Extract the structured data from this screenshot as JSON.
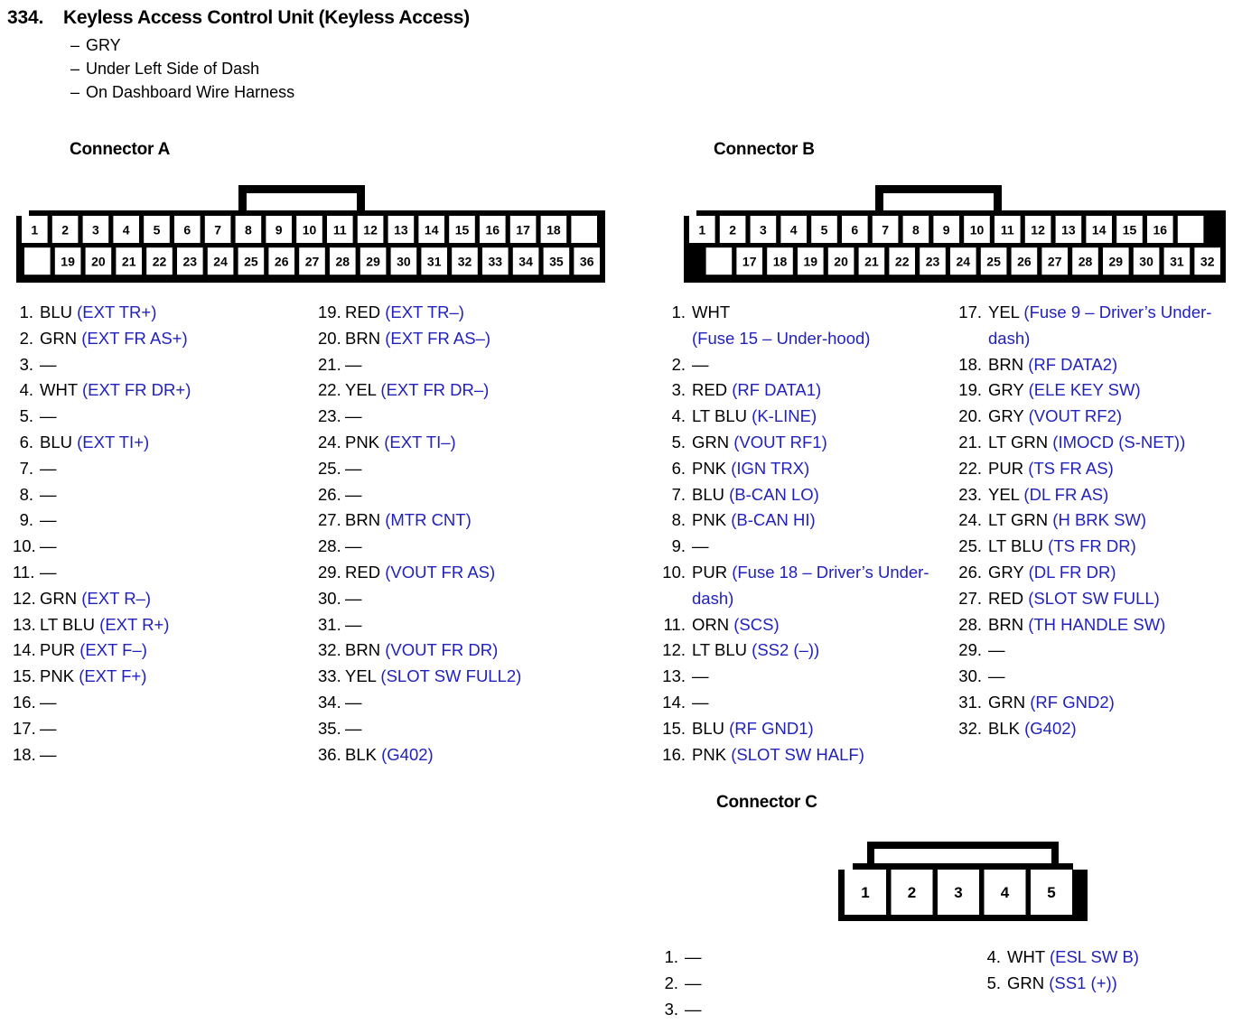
{
  "header": {
    "number": "334.",
    "title": "Keyless Access Control Unit (Keyless Access)",
    "dash": "–",
    "bullets": [
      "GRY",
      "Under Left Side of Dash",
      "On Dashboard Wire Harness"
    ]
  },
  "emdash": "—",
  "colors": {
    "signal_blue": "#2222bb",
    "text_black": "#000000",
    "background": "#ffffff"
  },
  "connectors": {
    "a": {
      "heading": "Connector A",
      "top_row": [
        "1",
        "2",
        "3",
        "4",
        "5",
        "6",
        "7",
        "8",
        "9",
        "10",
        "11",
        "12",
        "13",
        "14",
        "15",
        "16",
        "17",
        "18"
      ],
      "bottom_row": [
        "19",
        "20",
        "21",
        "22",
        "23",
        "24",
        "25",
        "26",
        "27",
        "28",
        "29",
        "30",
        "31",
        "32",
        "33",
        "34",
        "35",
        "36"
      ],
      "pins_left": [
        {
          "n": "1.",
          "color": "BLU",
          "sig": "(EXT TR+)"
        },
        {
          "n": "2.",
          "color": "GRN",
          "sig": "(EXT FR AS+)"
        },
        {
          "n": "3.",
          "color": "",
          "sig": ""
        },
        {
          "n": "4.",
          "color": "WHT",
          "sig": "(EXT FR DR+)"
        },
        {
          "n": "5.",
          "color": "",
          "sig": ""
        },
        {
          "n": "6.",
          "color": "BLU",
          "sig": "(EXT TI+)"
        },
        {
          "n": "7.",
          "color": "",
          "sig": ""
        },
        {
          "n": "8.",
          "color": "",
          "sig": ""
        },
        {
          "n": "9.",
          "color": "",
          "sig": ""
        },
        {
          "n": "10.",
          "color": "",
          "sig": ""
        },
        {
          "n": "11.",
          "color": "",
          "sig": ""
        },
        {
          "n": "12.",
          "color": "GRN",
          "sig": "(EXT R–)"
        },
        {
          "n": "13.",
          "color": "LT BLU",
          "sig": "(EXT R+)"
        },
        {
          "n": "14.",
          "color": "PUR",
          "sig": "(EXT F–)"
        },
        {
          "n": "15.",
          "color": "PNK",
          "sig": "(EXT F+)"
        },
        {
          "n": "16.",
          "color": "",
          "sig": ""
        },
        {
          "n": "17.",
          "color": "",
          "sig": ""
        },
        {
          "n": "18.",
          "color": "",
          "sig": ""
        }
      ],
      "pins_right": [
        {
          "n": "19.",
          "color": "RED",
          "sig": "(EXT TR–)"
        },
        {
          "n": "20.",
          "color": "BRN",
          "sig": "(EXT FR AS–)"
        },
        {
          "n": "21.",
          "color": "",
          "sig": ""
        },
        {
          "n": "22.",
          "color": "YEL",
          "sig": "(EXT FR DR–)"
        },
        {
          "n": "23.",
          "color": "",
          "sig": ""
        },
        {
          "n": "24.",
          "color": "PNK",
          "sig": "(EXT TI–)"
        },
        {
          "n": "25.",
          "color": "",
          "sig": ""
        },
        {
          "n": "26.",
          "color": "",
          "sig": ""
        },
        {
          "n": "27.",
          "color": "BRN",
          "sig": "(MTR CNT)"
        },
        {
          "n": "28.",
          "color": "",
          "sig": ""
        },
        {
          "n": "29.",
          "color": "RED",
          "sig": "(VOUT FR AS)"
        },
        {
          "n": "30.",
          "color": "",
          "sig": ""
        },
        {
          "n": "31.",
          "color": "",
          "sig": ""
        },
        {
          "n": "32.",
          "color": "BRN",
          "sig": "(VOUT FR DR)"
        },
        {
          "n": "33.",
          "color": "YEL",
          "sig": "(SLOT SW FULL2)"
        },
        {
          "n": "34.",
          "color": "",
          "sig": ""
        },
        {
          "n": "35.",
          "color": "",
          "sig": ""
        },
        {
          "n": "36.",
          "color": "BLK",
          "sig": "(G402)"
        }
      ]
    },
    "b": {
      "heading": "Connector B",
      "top_row": [
        "1",
        "2",
        "3",
        "4",
        "5",
        "6",
        "7",
        "8",
        "9",
        "10",
        "11",
        "12",
        "13",
        "14",
        "15",
        "16"
      ],
      "bottom_row": [
        "17",
        "18",
        "19",
        "20",
        "21",
        "22",
        "23",
        "24",
        "25",
        "26",
        "27",
        "28",
        "29",
        "30",
        "31",
        "32"
      ],
      "pins_left": [
        {
          "n": "1.",
          "color": "WHT",
          "sig": "(Fuse 15 – Under-hood)",
          "break_after_color": true
        },
        {
          "n": "2.",
          "color": "",
          "sig": ""
        },
        {
          "n": "3.",
          "color": "RED",
          "sig": "(RF DATA1)"
        },
        {
          "n": "4.",
          "color": "LT BLU",
          "sig": "(K-LINE)"
        },
        {
          "n": "5.",
          "color": "GRN",
          "sig": "(VOUT RF1)"
        },
        {
          "n": "6.",
          "color": "PNK",
          "sig": "(IGN TRX)"
        },
        {
          "n": "7.",
          "color": "BLU",
          "sig": "(B-CAN LO)"
        },
        {
          "n": "8.",
          "color": "PNK",
          "sig": "(B-CAN HI)"
        },
        {
          "n": "9.",
          "color": "",
          "sig": ""
        },
        {
          "n": "10.",
          "color": "PUR",
          "sig": "(Fuse 18 – Driver’s Under-dash)"
        },
        {
          "n": "11.",
          "color": "ORN",
          "sig": "(SCS)"
        },
        {
          "n": "12.",
          "color": "LT BLU",
          "sig": "(SS2 (–))"
        },
        {
          "n": "13.",
          "color": "",
          "sig": ""
        },
        {
          "n": "14.",
          "color": "",
          "sig": ""
        },
        {
          "n": "15.",
          "color": "BLU",
          "sig": "(RF GND1)"
        },
        {
          "n": "16.",
          "color": "PNK",
          "sig": "(SLOT SW HALF)"
        }
      ],
      "pins_right": [
        {
          "n": "17.",
          "color": "YEL",
          "sig": "(Fuse 9 – Driver’s Under-dash)"
        },
        {
          "n": "18.",
          "color": "BRN",
          "sig": "(RF DATA2)"
        },
        {
          "n": "19.",
          "color": "GRY",
          "sig": "(ELE KEY SW)"
        },
        {
          "n": "20.",
          "color": "GRY",
          "sig": "(VOUT RF2)"
        },
        {
          "n": "21.",
          "color": "LT GRN",
          "sig": "(IMOCD (S-NET))"
        },
        {
          "n": "22.",
          "color": "PUR",
          "sig": "(TS FR AS)"
        },
        {
          "n": "23.",
          "color": "YEL",
          "sig": "(DL FR AS)"
        },
        {
          "n": "24.",
          "color": "LT GRN",
          "sig": "(H BRK SW)"
        },
        {
          "n": "25.",
          "color": "LT BLU",
          "sig": "(TS FR DR)"
        },
        {
          "n": "26.",
          "color": "GRY",
          "sig": "(DL FR DR)"
        },
        {
          "n": "27.",
          "color": "RED",
          "sig": "(SLOT SW FULL)"
        },
        {
          "n": "28.",
          "color": "BRN",
          "sig": "(TH HANDLE SW)"
        },
        {
          "n": "29.",
          "color": "",
          "sig": ""
        },
        {
          "n": "30.",
          "color": "",
          "sig": ""
        },
        {
          "n": "31.",
          "color": "GRN",
          "sig": "(RF GND2)"
        },
        {
          "n": "32.",
          "color": "BLK",
          "sig": "(G402)"
        }
      ]
    },
    "c": {
      "heading": "Connector C",
      "top_row": [
        "1",
        "2",
        "3",
        "4",
        "5"
      ],
      "pins_left": [
        {
          "n": "1.",
          "color": "",
          "sig": ""
        },
        {
          "n": "2.",
          "color": "",
          "sig": ""
        },
        {
          "n": "3.",
          "color": "",
          "sig": ""
        }
      ],
      "pins_right": [
        {
          "n": "4.",
          "color": "WHT",
          "sig": "(ESL SW B)"
        },
        {
          "n": "5.",
          "color": "GRN",
          "sig": "(SS1 (+))"
        }
      ]
    }
  }
}
